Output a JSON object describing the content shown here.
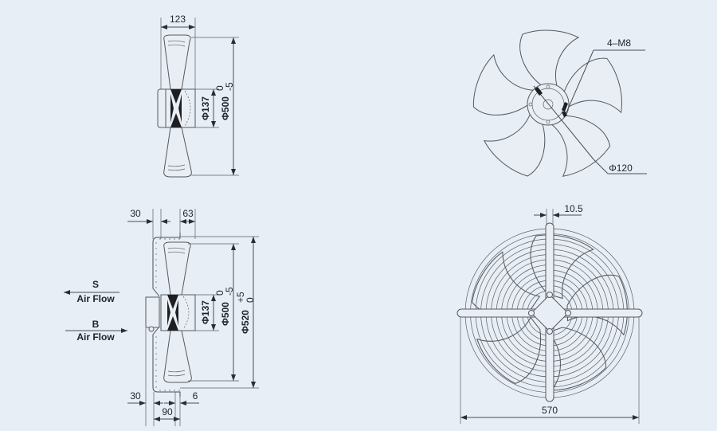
{
  "title": "Axial fan dimension drawing",
  "side_view_top": {
    "width_dim": "123",
    "hub_dim": "Φ137",
    "blade_dim": "Φ500",
    "blade_tol_upper": "0",
    "blade_tol_lower": "-5"
  },
  "side_view_bottom": {
    "top_left_dim": "30",
    "top_right_dim": "63",
    "hub_dim": "Φ137",
    "blade_dim": "Φ500",
    "blade_tol_upper": "0",
    "blade_tol_lower": "-5",
    "guard_dim": "Φ520",
    "guard_tol_upper": "+5",
    "guard_tol_lower": "0",
    "bottom_left_dim": "30",
    "bottom_right_dim": "6",
    "bottom_total_dim": "90"
  },
  "airflow": {
    "s_label": "S",
    "s_text": "Air Flow",
    "b_label": "B",
    "b_text": "Air Flow"
  },
  "front_view_impeller": {
    "bolt_label": "4–M8",
    "pitch_label": "Φ120"
  },
  "front_view_guard": {
    "bar_width": "10.5",
    "overall_width": "570"
  }
}
